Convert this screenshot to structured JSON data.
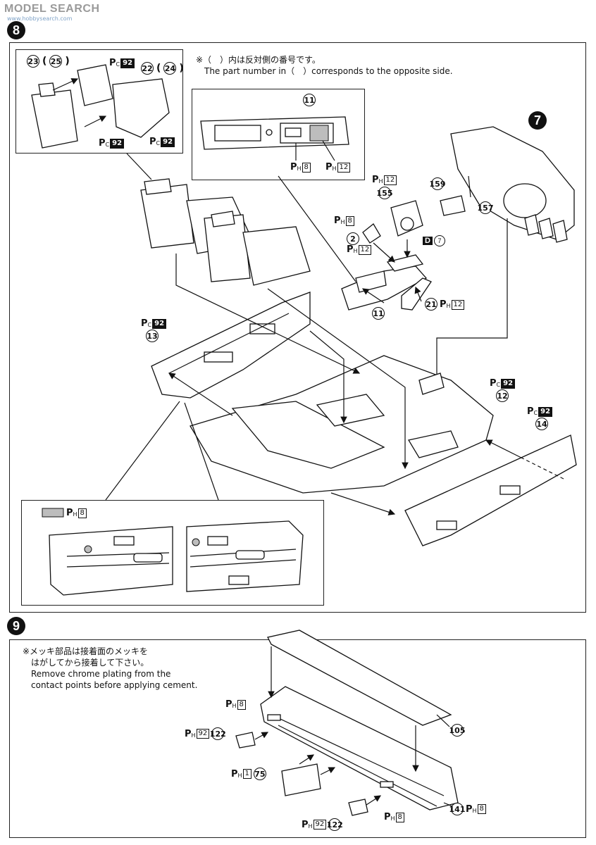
{
  "watermark": {
    "text": "MODEL SEARCH",
    "sub": "www.hobbysearch.com"
  },
  "step8": {
    "badge": "8",
    "note_jp": "※（　）内は反対側の番号です。",
    "note_en": "The part number in（　）corresponds to the opposite side.",
    "seat_parts": {
      "left": "23",
      "left_opp": "25",
      "right": "22",
      "right_opp": "24"
    },
    "console_part": "11",
    "console_paint_left": "8",
    "console_paint_right": "12",
    "dash_step": "7",
    "parts": {
      "p155": "155",
      "p2": "2",
      "p159": "159",
      "p157": "157",
      "p11b": "11",
      "p21": "21",
      "p13": "13",
      "p12": "12",
      "p14": "14"
    },
    "paint": {
      "pc92": "92",
      "ph8": "8",
      "ph12": "12"
    },
    "decal": {
      "letter": "D",
      "num": "7"
    }
  },
  "step9": {
    "badge": "9",
    "note_jp_1": "※メッキ部品は接着面のメッキを",
    "note_jp_2": "はがしてから接着して下さい。",
    "note_en_1": "Remove chrome plating from the",
    "note_en_2": "contact points before applying cement.",
    "parts": {
      "p105": "105",
      "p122a": "122",
      "p122b": "122",
      "p75": "75",
      "p141": "141"
    },
    "paint": {
      "ph8": "8",
      "ph92": "92",
      "ph1": "1"
    }
  },
  "colors": {
    "ink": "#111111",
    "grey_fill": "#bdbdbd"
  }
}
